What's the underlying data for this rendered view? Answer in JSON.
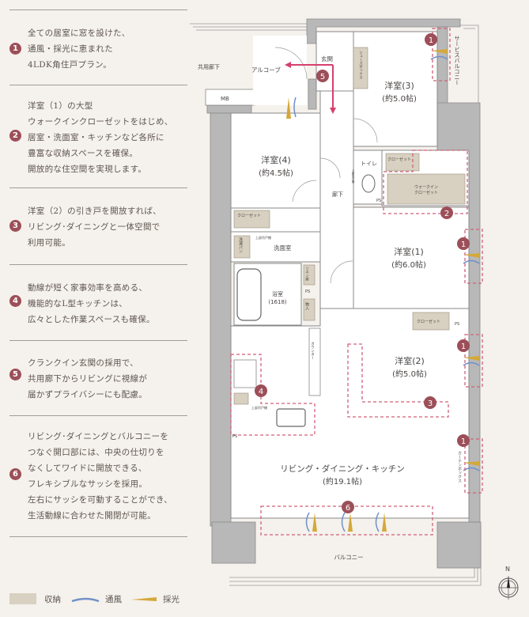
{
  "features": [
    {
      "number": "1",
      "lines": [
        "全ての居室に窓を設けた、",
        "通風・採光に恵まれた",
        "4LDK角住戸プラン。"
      ]
    },
    {
      "number": "2",
      "lines": [
        "洋室（1）の大型",
        "ウォークインクローゼットをはじめ、",
        "居室・洗面室・キッチンなど各所に",
        "豊富な収納スペースを確保。",
        "開放的な住空間を実現します。"
      ]
    },
    {
      "number": "3",
      "lines": [
        "洋室（2）の引き戸を開放すれば、",
        "リビング･ダイニングと一体空間で",
        "利用可能。"
      ]
    },
    {
      "number": "4",
      "lines": [
        "動線が短く家事効率を高める、",
        "機能的なL型キッチンは、",
        "広々とした作業スペースも確保。"
      ]
    },
    {
      "number": "5",
      "lines": [
        "クランクイン玄関の採用で、",
        "共用廊下からリビングに視線が",
        "届かずプライバシーにも配慮。"
      ]
    },
    {
      "number": "6",
      "lines": [
        "リビング･ダイニングとバルコニーを",
        "つなぐ開口部には、中央の仕切りを",
        "なくしてワイドに開放できる、",
        "フレキシブルなサッシを採用。",
        "左右にサッシを可動することができ、",
        "生活動線に合わせた開閉が可能。"
      ]
    }
  ],
  "legend": {
    "storage": "収納",
    "ventilation": "通風",
    "daylight": "採光"
  },
  "plan": {
    "shared_corridor": "共用廊下",
    "alcove": "アルコーブ",
    "entrance": "玄関",
    "mb": "MB",
    "shoe_box": "シューズボックス",
    "service_balcony": "サービスバルコニー",
    "room3": {
      "name": "洋室(3)",
      "size": "(約5.0帖)"
    },
    "room4": {
      "name": "洋室(4)",
      "size": "(約4.5帖)"
    },
    "room1": {
      "name": "洋室(1)",
      "size": "(約6.0帖)"
    },
    "room2": {
      "name": "洋室(2)",
      "size": "(約5.0帖)"
    },
    "ldk": {
      "name": "リビング・ダイニング・キッチン",
      "size": "(約19.1帖)"
    },
    "corridor": "廊下",
    "toilet": "トイレ",
    "toilet_cabinet": "上部吊戸棚",
    "closet": "クローゼット",
    "walk_in_closet": [
      "ウォークイン",
      "クローゼット"
    ],
    "washroom": "洗面室",
    "washroom_cabinet": "上部吊戸棚",
    "laundry_pan": "洗濯パン",
    "linen": "リネン庫",
    "bath": {
      "name": "浴室",
      "size": "(1618)"
    },
    "ps": "PS",
    "storage": "物入",
    "counter": "カウンター",
    "kitchen_cabinet": "上部吊戸棚",
    "curtain_box": "カーテンボックス",
    "balcony": "バルコニー",
    "north": "N",
    "badges": [
      "1",
      "2",
      "3",
      "4",
      "5",
      "6"
    ]
  },
  "colors": {
    "badge": "#9c4f58",
    "storage": "#d8d0c0",
    "wall": "#b8b8b8",
    "dash": "#d0627a",
    "arrow": "#d6406e",
    "wind": "#7090c8",
    "light": "#d4a93a"
  }
}
